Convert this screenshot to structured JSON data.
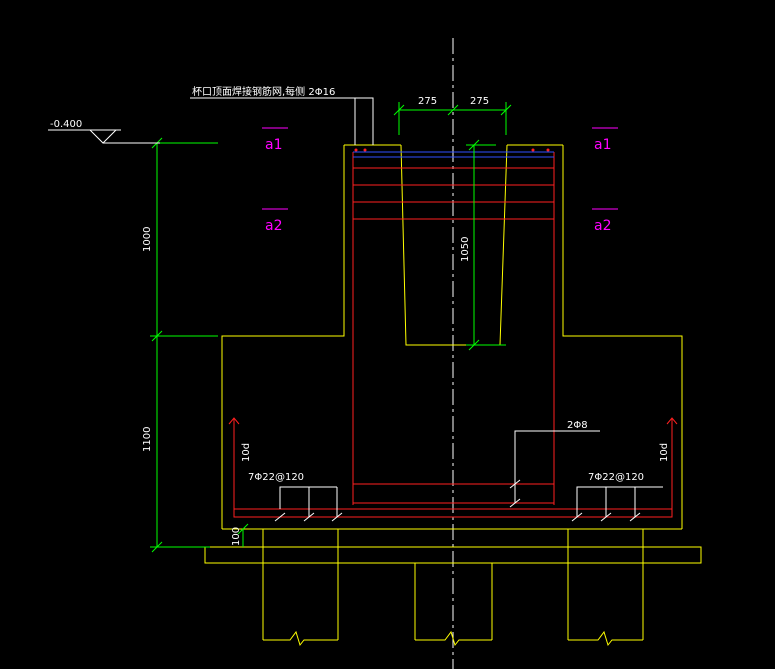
{
  "annotations": {
    "elevation": "-0.400",
    "cup_note": "杯口顶面焊接钢筋网,每侧 2Φ16",
    "dim_top_left": "275",
    "dim_top_right": "275",
    "dim_1000": "1000",
    "dim_1100": "1100",
    "dim_1050": "1050",
    "dim_100": "100",
    "label_10d_left": "10d",
    "label_10d_right": "10d",
    "bar_2phi8": "2Φ8",
    "bar_left": "7Φ22@120",
    "bar_right": "7Φ22@120"
  },
  "section_marks": {
    "a1_left": "a1",
    "a1_right": "a1",
    "a2_left": "a2",
    "a2_right": "a2"
  },
  "colors": {
    "outline": "#ffff00",
    "rebar": "#ff2020",
    "dimension": "#00ff00",
    "section": "#ff00ff",
    "mesh": "#3050ff",
    "centerline": "#ffffff"
  }
}
